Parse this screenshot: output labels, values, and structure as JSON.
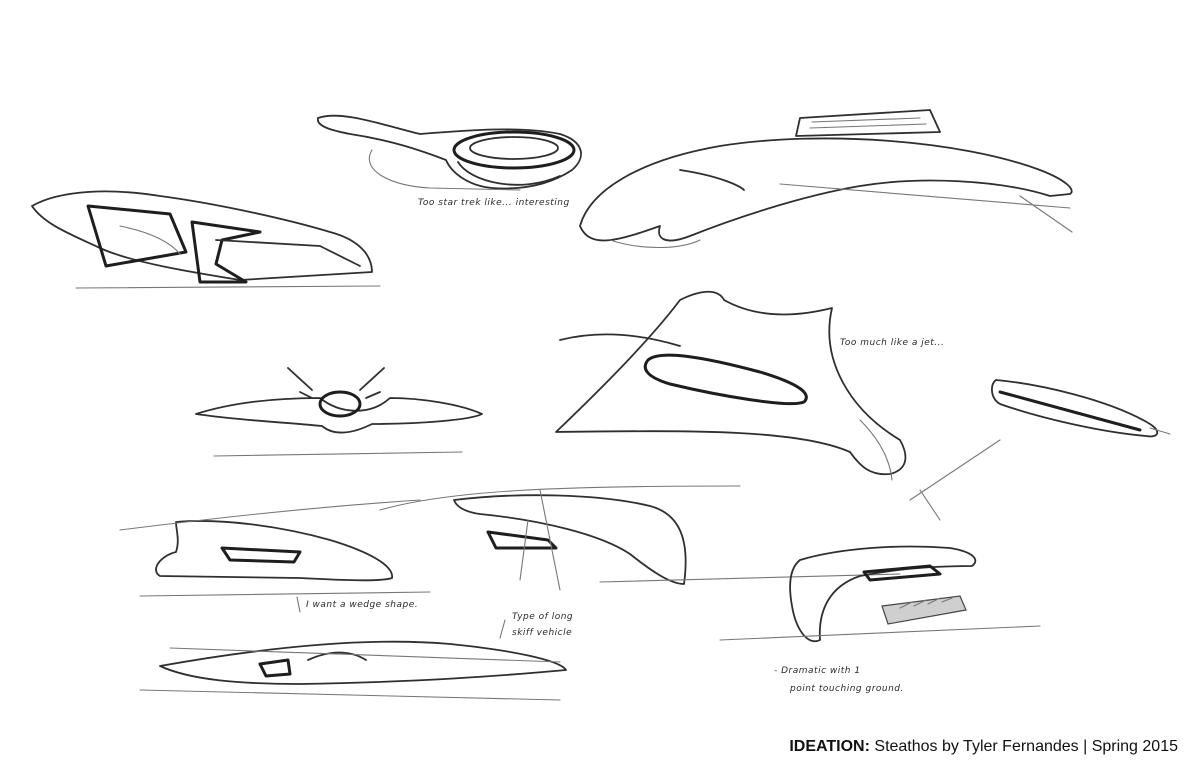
{
  "notes": {
    "hovercraft": "Too star trek like... interesting",
    "jet": "Too much like a jet...",
    "wedge": "I want a wedge shape.",
    "skiff_line1": "Type of long",
    "skiff_line2": "skiff vehicle",
    "dramatic_line1": "- Dramatic with 1",
    "dramatic_line2": "point touching ground."
  },
  "caption": {
    "label": "IDEATION:",
    "text": "Steathos by Tyler Fernandes | Spring 2015"
  },
  "colors": {
    "background": "#ffffff",
    "pencil": "#2f2f2f"
  }
}
